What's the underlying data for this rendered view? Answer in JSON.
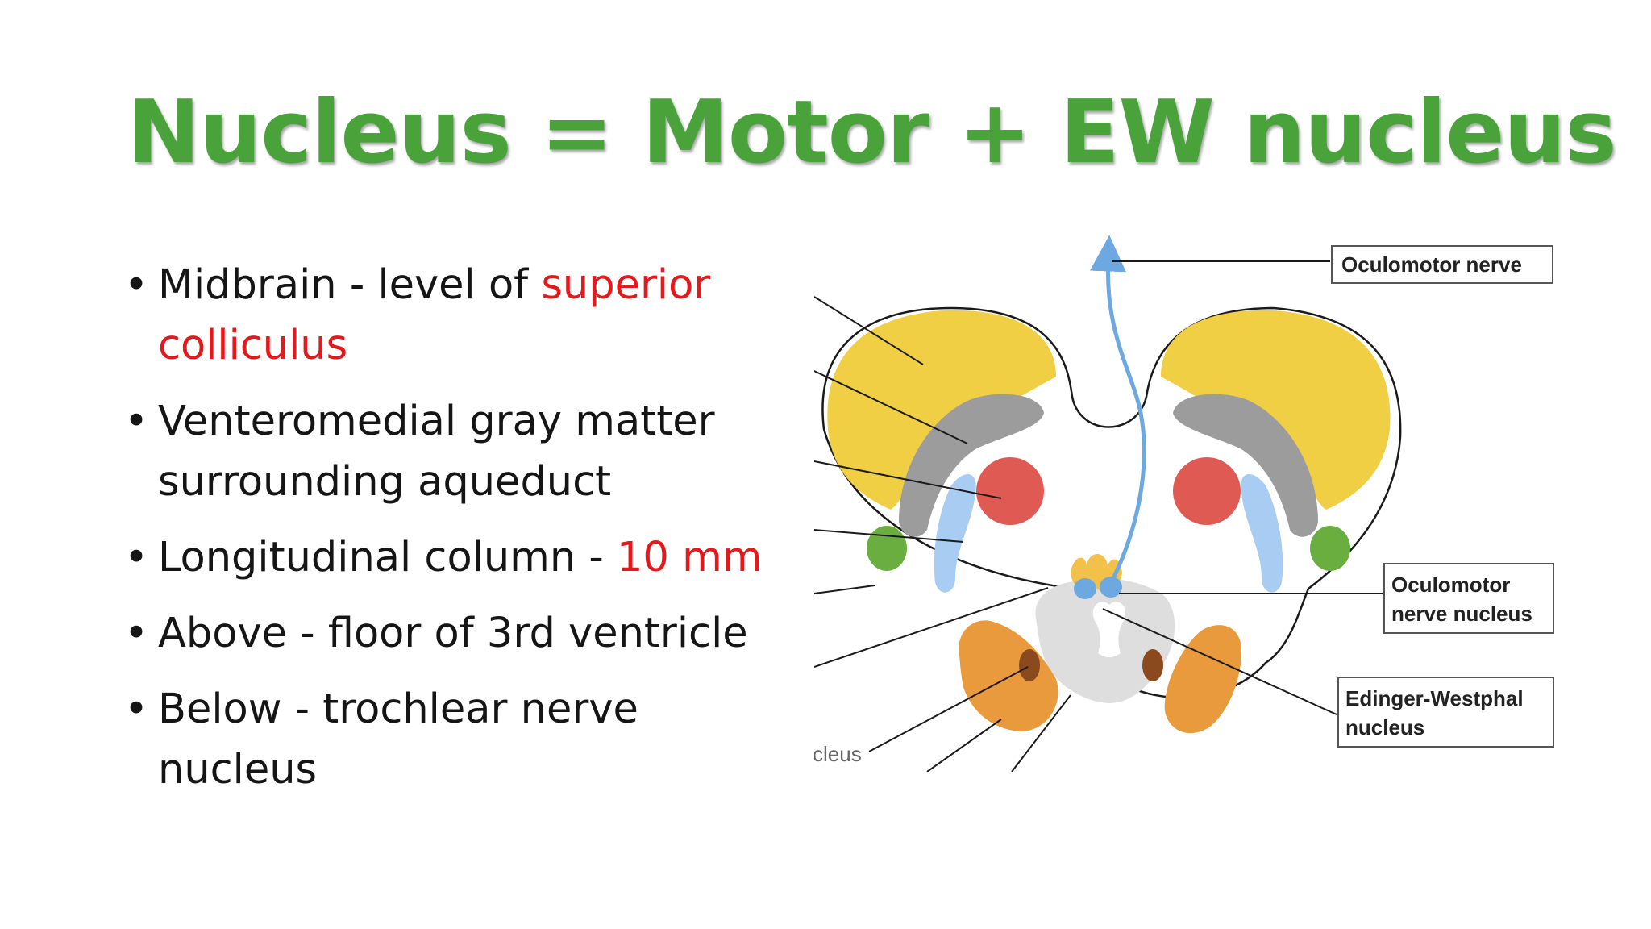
{
  "title": "Nucleus = Motor + EW nucleus",
  "bullets": [
    {
      "text": "Midbrain - level of ",
      "highlight": "superior colliculus"
    },
    {
      "text": "Venteromedial gray matter surrounding aqueduct",
      "highlight": ""
    },
    {
      "text": "Longitudinal column - ",
      "highlight": "10 mm"
    },
    {
      "text": "Above - floor of 3rd ventricle",
      "highlight": ""
    },
    {
      "text": "Below - trochlear nerve nucleus",
      "highlight": ""
    }
  ],
  "diagram": {
    "labels": {
      "oculomotor_nerve": "Oculomotor  nerve",
      "oculomotor_nucleus_line1": "Oculomotor",
      "oculomotor_nucleus_line2": "nerve nucleus",
      "ew_line1": "Edinger-Westphal",
      "ew_line2": "nucleus",
      "cut_label": "cleus"
    }
  },
  "colors": {
    "title": "#4aa23a",
    "highlight": "#e3191b",
    "cerebral_peduncle": "#f0cf45",
    "substantia_nigra": "#9c9c9c",
    "red_nucleus": "#df5a52",
    "medial_lemniscus": "#a9cdf2",
    "green_nucleus": "#6aae3f",
    "tegmentum_orange": "#e89a3c",
    "dark_nucleus": "#8a4a1e",
    "nerve": "#6ea8e0"
  }
}
